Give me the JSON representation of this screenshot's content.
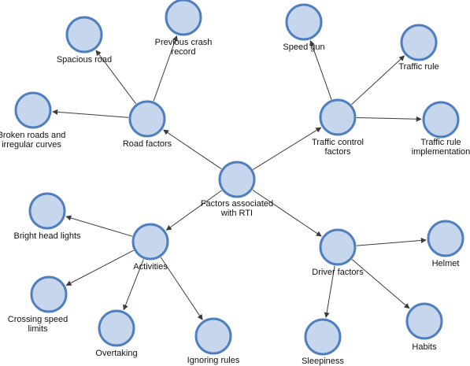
{
  "diagram": {
    "nodes": [
      {
        "id": "center",
        "label_lines": [
          "Factors associated",
          "with RTI"
        ]
      },
      {
        "id": "road",
        "label_lines": [
          "Road factors"
        ]
      },
      {
        "id": "spacious",
        "label_lines": [
          "Spacious road"
        ]
      },
      {
        "id": "crash",
        "label_lines": [
          "Previous crash",
          "record"
        ]
      },
      {
        "id": "broken",
        "label_lines": [
          "Broken roads and",
          "irregular curves"
        ]
      },
      {
        "id": "traffic",
        "label_lines": [
          "Traffic control",
          "factors"
        ]
      },
      {
        "id": "speedgun",
        "label_lines": [
          "Speed gun"
        ]
      },
      {
        "id": "rule",
        "label_lines": [
          "Traffic rule"
        ]
      },
      {
        "id": "ruleimpl",
        "label_lines": [
          "Traffic rule",
          "implementation"
        ]
      },
      {
        "id": "activities",
        "label_lines": [
          "Activities"
        ]
      },
      {
        "id": "headlights",
        "label_lines": [
          "Bright head lights"
        ]
      },
      {
        "id": "crossing",
        "label_lines": [
          "Crossing speed",
          "limits"
        ]
      },
      {
        "id": "overtaking",
        "label_lines": [
          "Overtaking"
        ]
      },
      {
        "id": "ignoring",
        "label_lines": [
          "Ignoring rules"
        ]
      },
      {
        "id": "driver",
        "label_lines": [
          "Driver factors"
        ]
      },
      {
        "id": "helmet",
        "label_lines": [
          "Helmet"
        ]
      },
      {
        "id": "habits",
        "label_lines": [
          "Habits"
        ]
      },
      {
        "id": "sleepiness",
        "label_lines": [
          "Sleepiness"
        ]
      }
    ],
    "edges": [
      {
        "from": "center",
        "to": "road"
      },
      {
        "from": "center",
        "to": "traffic"
      },
      {
        "from": "center",
        "to": "activities"
      },
      {
        "from": "center",
        "to": "driver"
      },
      {
        "from": "road",
        "to": "spacious"
      },
      {
        "from": "road",
        "to": "crash"
      },
      {
        "from": "road",
        "to": "broken"
      },
      {
        "from": "traffic",
        "to": "speedgun"
      },
      {
        "from": "traffic",
        "to": "rule"
      },
      {
        "from": "traffic",
        "to": "ruleimpl"
      },
      {
        "from": "activities",
        "to": "headlights"
      },
      {
        "from": "activities",
        "to": "crossing"
      },
      {
        "from": "activities",
        "to": "overtaking"
      },
      {
        "from": "activities",
        "to": "ignoring"
      },
      {
        "from": "driver",
        "to": "helmet"
      },
      {
        "from": "driver",
        "to": "habits"
      },
      {
        "from": "driver",
        "to": "sleepiness"
      }
    ]
  }
}
